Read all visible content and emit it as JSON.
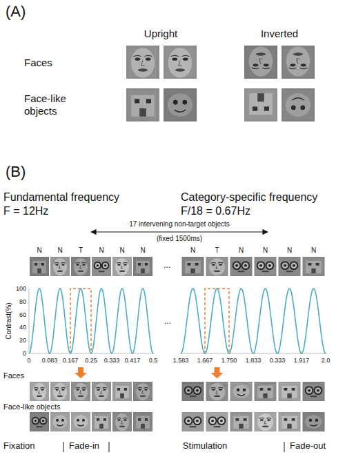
{
  "diagram": {
    "labels": [
      "(A)",
      "Upright",
      "Inverted",
      "Faces",
      "Face-like objects",
      "(B)",
      "Fundamental frequency",
      "Category-specific frequency",
      "F = 12Hz",
      "F/18 = 0.67Hz",
      "17 intervening non-target objects",
      "(fixed 1500ms)",
      "N",
      "N",
      "T",
      "N",
      "N",
      "N",
      "...",
      "N",
      "T",
      "N",
      "N",
      "N",
      "N",
      "100",
      "80",
      "60",
      "40",
      "20",
      "0",
      "Contrast(%)",
      "...",
      "0",
      "0.083",
      "0.167",
      "0.25",
      "0.333",
      "0.417",
      "0.5",
      "1.583",
      "1.667",
      "1.750",
      "1.833",
      "0.333",
      "1.917",
      "2.0",
      "Faces",
      "Face-like objects",
      "Fixation",
      "Fade-in",
      "Stimulation",
      "Fade-out"
    ]
  }
}
